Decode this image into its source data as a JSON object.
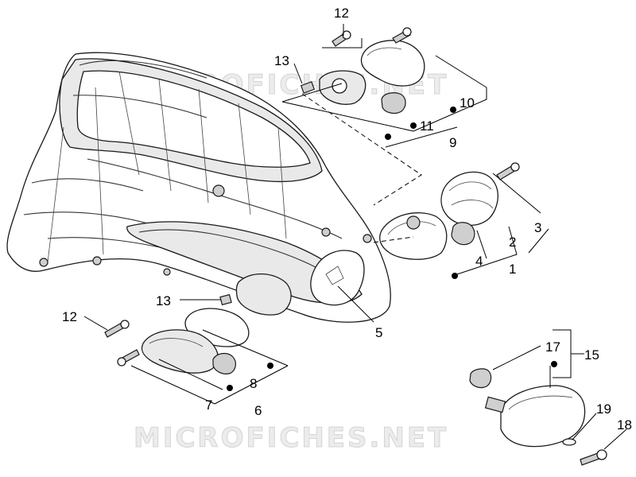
{
  "watermark": {
    "text": "MICROFICHES.NET"
  },
  "callouts": {
    "c1": "1",
    "c2": "2",
    "c3": "3",
    "c4": "4",
    "c5": "5",
    "c6": "6",
    "c7": "7",
    "c8": "8",
    "c9": "9",
    "c10": "10",
    "c11": "11",
    "c12a": "12",
    "c12b": "12",
    "c13a": "13",
    "c13b": "13",
    "c15": "15",
    "c17": "17",
    "c18": "18",
    "c19": "19"
  }
}
